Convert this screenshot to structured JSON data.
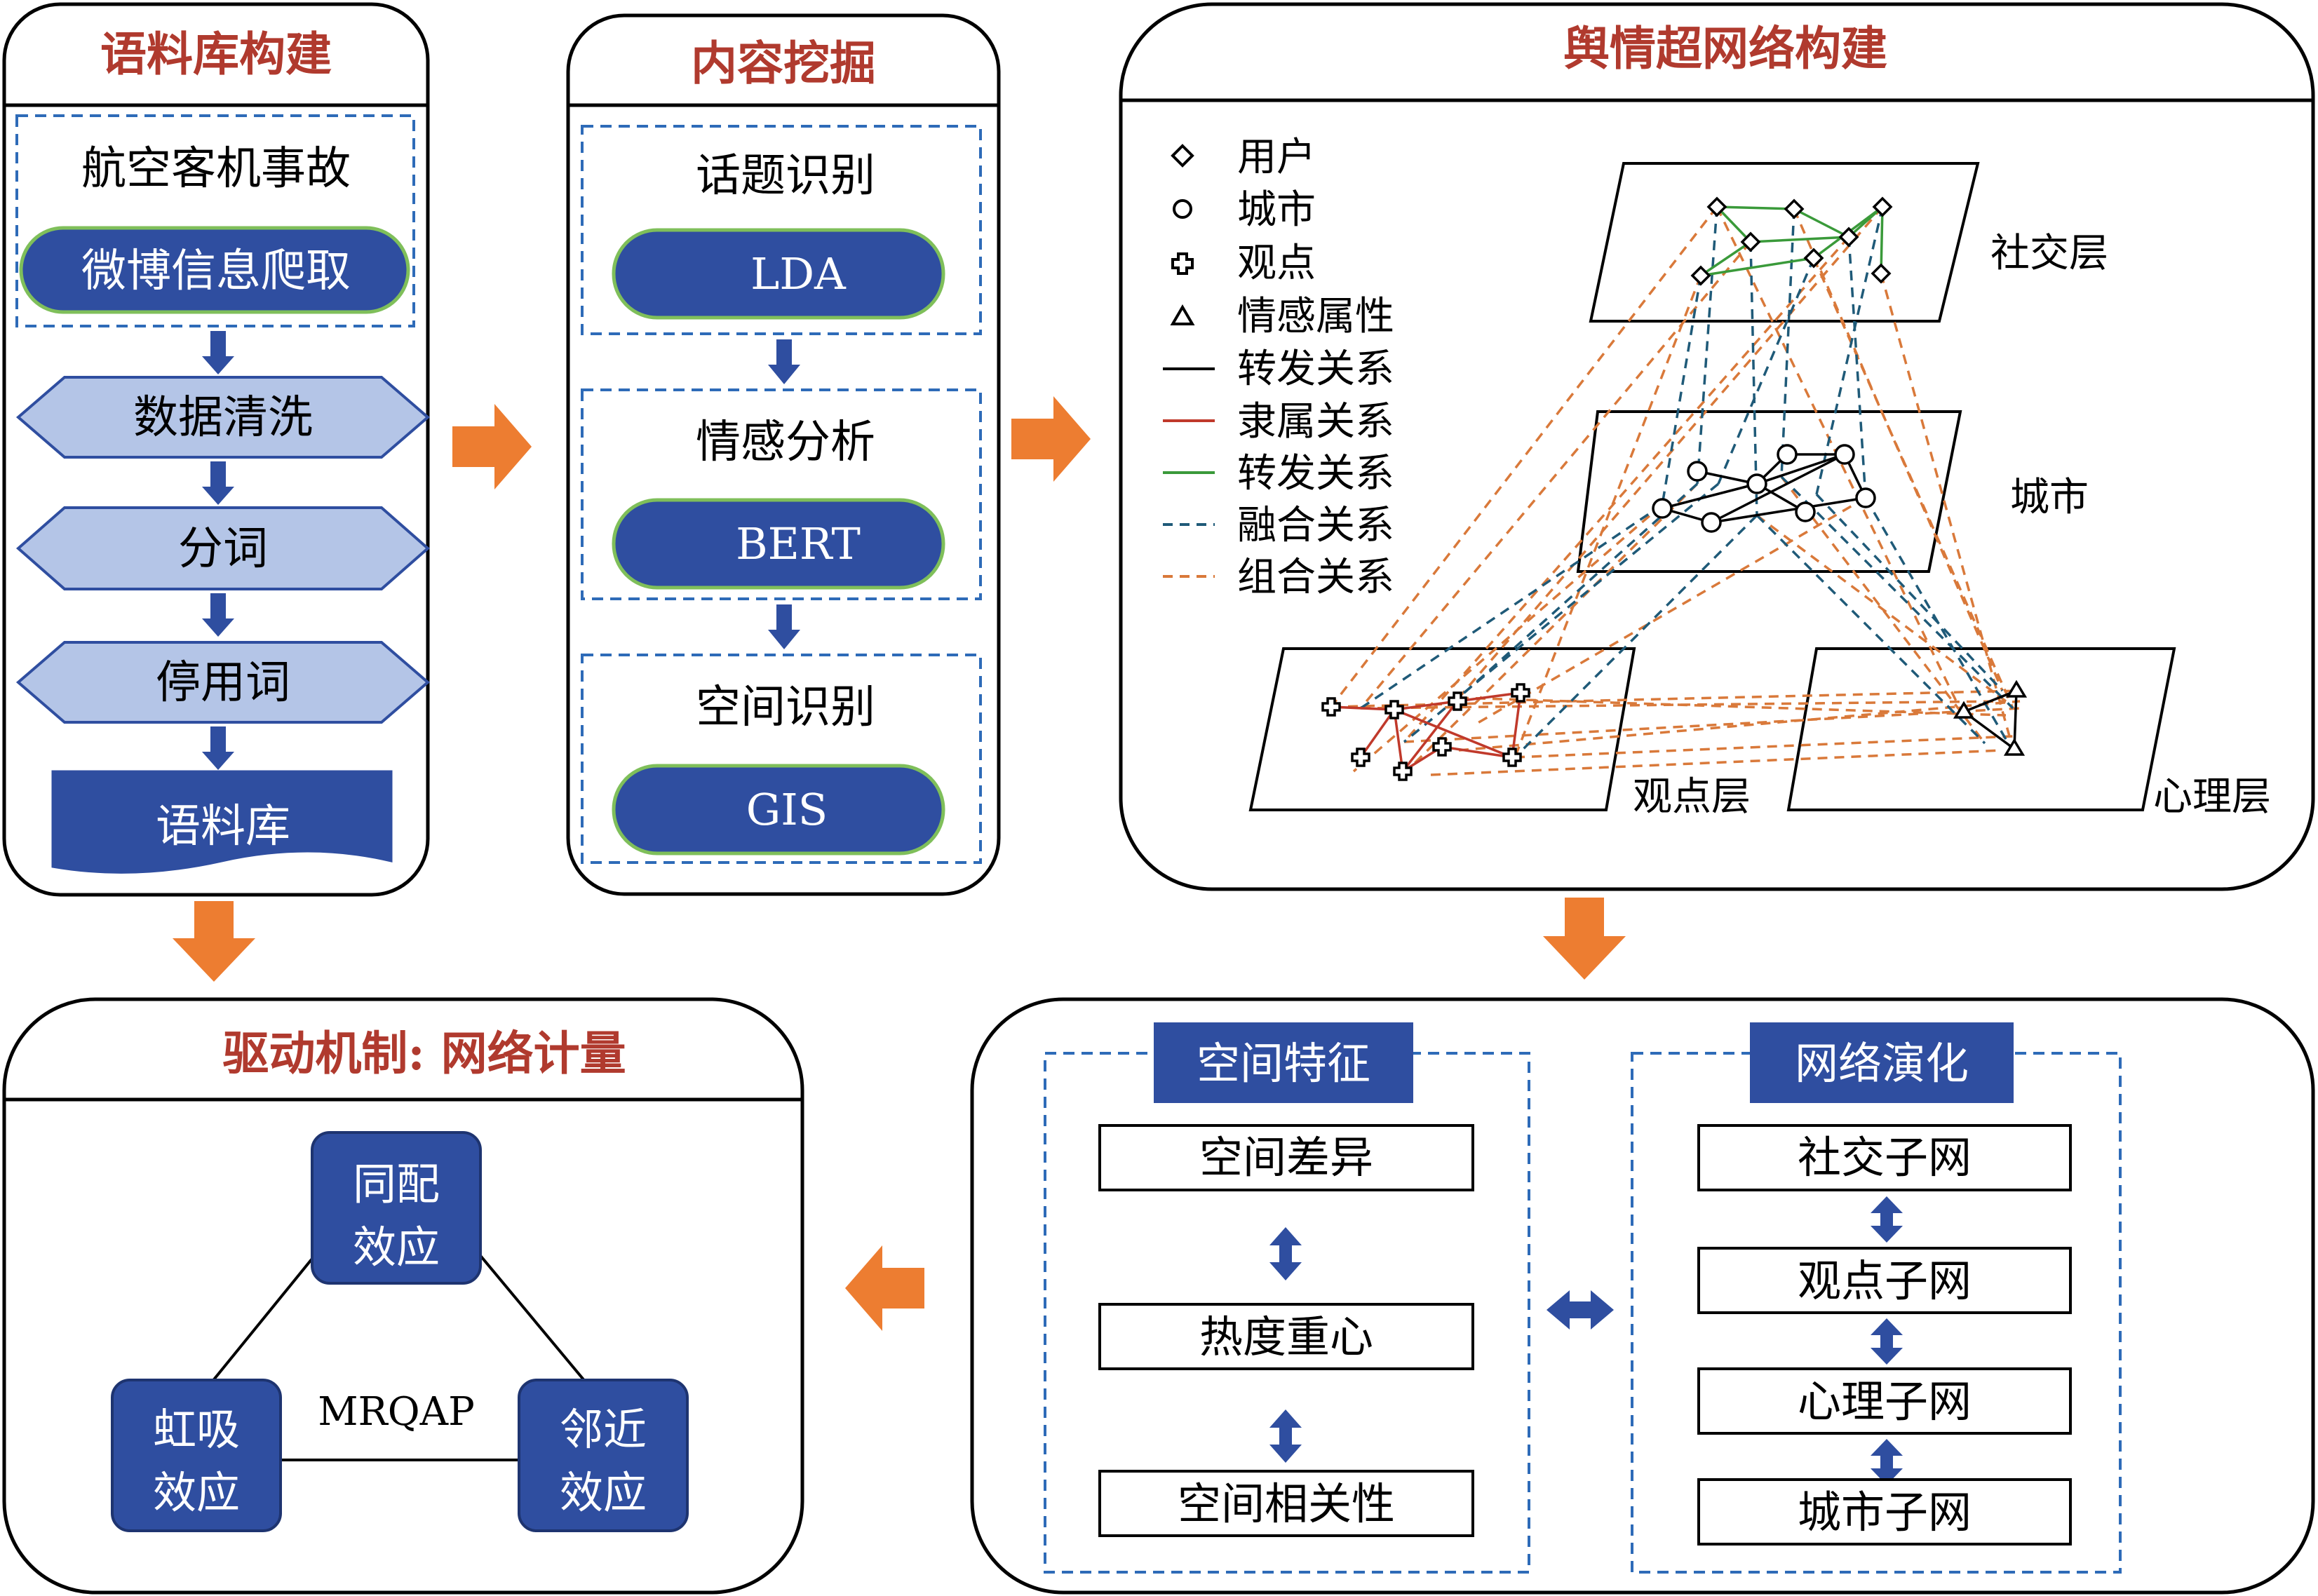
{
  "colors": {
    "title_red": "#B03A2E",
    "dark_blue": "#2F4EA0",
    "light_blue": "#B4C5E7",
    "pill_border": "#7FBF5A",
    "orange": "#ED7D31",
    "dash_blue": "#2E6BB8",
    "line_red": "#C0392B",
    "line_green": "#3A9A3A",
    "line_teal": "#1F5A78",
    "line_orange": "#D9793A"
  },
  "panels": {
    "corpus": {
      "title": "语料库构建",
      "top_label": "航空客机事故",
      "pill": "微博信息爬取",
      "steps": [
        "数据清洗",
        "分词",
        "停用词"
      ],
      "output": "语料库"
    },
    "mining": {
      "title": "内容挖掘",
      "groups": [
        {
          "label": "话题识别",
          "method": "LDA"
        },
        {
          "label": "情感分析",
          "method": "BERT"
        },
        {
          "label": "空间识别",
          "method": "GIS"
        }
      ]
    },
    "hypernet": {
      "title": "舆情超网络构建",
      "legend": [
        {
          "symbol": "diamond-icon",
          "label": "用户"
        },
        {
          "symbol": "circle-icon",
          "label": "城市"
        },
        {
          "symbol": "cross-icon",
          "label": "观点"
        },
        {
          "symbol": "triangle-icon",
          "label": "情感属性"
        },
        {
          "line": "solid",
          "color": "#000000",
          "label": "转发关系"
        },
        {
          "line": "solid",
          "color": "#C0392B",
          "label": "隶属关系"
        },
        {
          "line": "solid",
          "color": "#3A9A3A",
          "label": "转发关系"
        },
        {
          "line": "dashed",
          "color": "#1F5A78",
          "label": "融合关系"
        },
        {
          "line": "dashed",
          "color": "#D9793A",
          "label": "组合关系"
        }
      ],
      "layers": {
        "social": "社交层",
        "city": "城市",
        "opinion": "观点层",
        "psych": "心理层"
      }
    },
    "features": {
      "left_header": "空间特征",
      "left_items": [
        "空间差异",
        "热度重心",
        "空间相关性"
      ],
      "right_header": "网络演化",
      "right_items": [
        "社交子网",
        "观点子网",
        "心理子网",
        "城市子网"
      ]
    },
    "driving": {
      "title": "驱动机制: 网络计量",
      "top_node": [
        "同配",
        "效应"
      ],
      "left_node": [
        "虹吸",
        "效应"
      ],
      "right_node": [
        "邻近",
        "效应"
      ],
      "center": "MRQAP"
    }
  }
}
